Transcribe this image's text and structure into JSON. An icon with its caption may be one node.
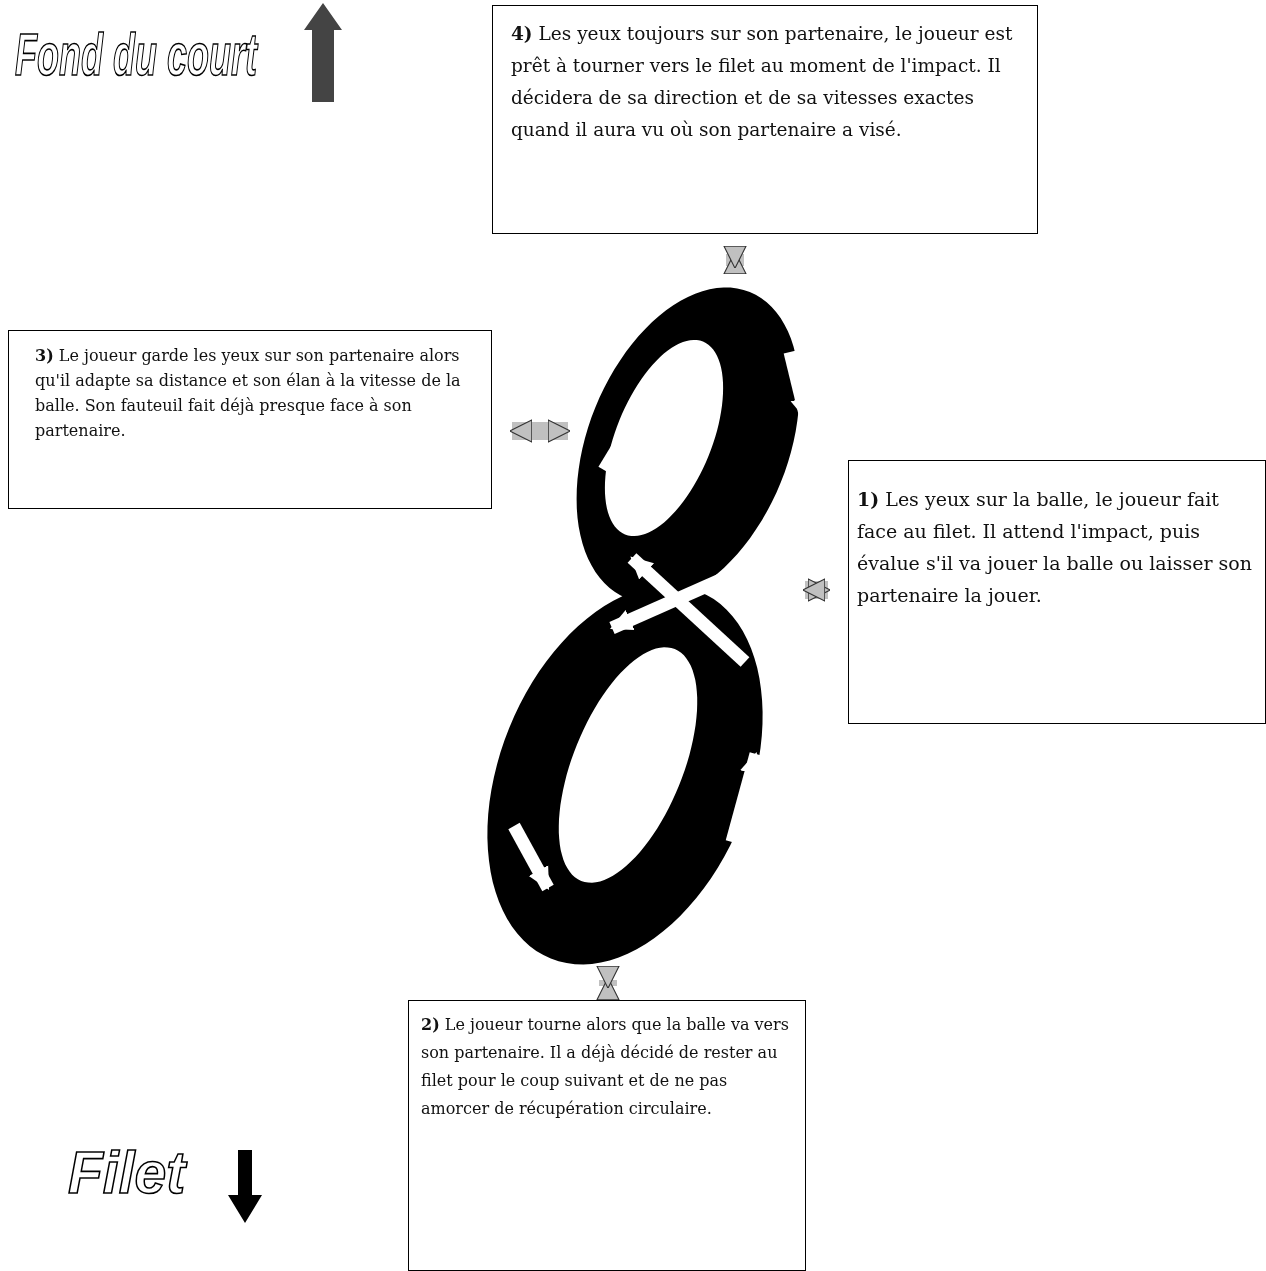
{
  "diagram": {
    "nodes": [
      {
        "text": [
          "**4)** Les yeux toujours sur son partenaire, le joueur est prêt à tourner vers le filet au moment de l'impact. Il décidera de sa direction et de sa vitesses exactes quand il aura vu où son partenaire a visé."
        ]
      },
      {
        "text": [
          "**3)** Le joueur garde les yeux sur son partenaire alors qu'il adapte sa distance et son élan à la vitesse de la balle. Son fauteuil fait déjà presque face à son partenaire."
        ]
      },
      {
        "text": [],
        "shape": "picture"
      },
      {
        "text": [
          "**1)** Les yeux sur la balle, le joueur fait face au filet. Il attend l'impact, puis évalue s'il va jouer la balle ou laisser son partenaire la jouer."
        ]
      },
      {
        "text": [
          "**2)** Le joueur tourne alors que la balle va vers son partenaire. Il a déjà décidé de rester au filet pour le coup suivant et de ne pas amorcer de récupération circulaire."
        ]
      }
    ],
    "edges": [
      {
        "from": 0,
        "to": 2,
        "arrow": "both"
      },
      {
        "from": 1,
        "to": 2,
        "arrow": "both"
      },
      {
        "from": 3,
        "to": 2,
        "arrow": "both"
      },
      {
        "from": 4,
        "to": 2,
        "arrow": "both"
      }
    ],
    "labels": [
      "Fond du court",
      "Filet"
    ]
  }
}
